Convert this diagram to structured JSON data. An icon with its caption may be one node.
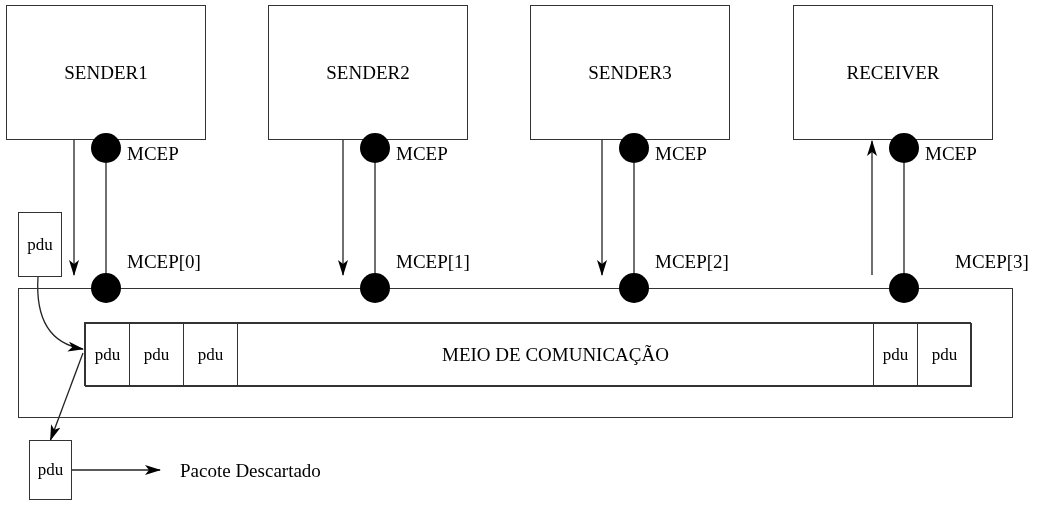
{
  "diagram": {
    "nodes": [
      {
        "text": [
          "SENDER1"
        ]
      },
      {
        "text": [
          "SENDER2"
        ]
      },
      {
        "text": [
          "SENDER3"
        ]
      },
      {
        "text": [
          "RECEIVER"
        ]
      },
      {
        "text": [],
        "shape": "circle",
        "beside": [
          "MCEP"
        ]
      },
      {
        "text": [],
        "shape": "circle",
        "beside": [
          "MCEP"
        ]
      },
      {
        "text": [],
        "shape": "circle",
        "beside": [
          "MCEP"
        ]
      },
      {
        "text": [],
        "shape": "circle",
        "beside": [
          "MCEP"
        ]
      },
      {
        "text": [],
        "shape": "circle",
        "beside": [
          "MCEP[0]"
        ]
      },
      {
        "text": [],
        "shape": "circle",
        "beside": [
          "MCEP[1]"
        ]
      },
      {
        "text": [],
        "shape": "circle",
        "beside": [
          "MCEP[2]"
        ]
      },
      {
        "text": [],
        "shape": "circle",
        "beside": [
          "MCEP[3]"
        ]
      },
      {
        "text": [],
        "shape": "box"
      },
      {
        "text": [],
        "shape": "box",
        "in": 12
      },
      {
        "text": [
          "pdu"
        ],
        "in": 13
      },
      {
        "text": [
          "pdu"
        ],
        "in": 13
      },
      {
        "text": [
          "pdu"
        ],
        "in": 13
      },
      {
        "text": [
          "MEIO DE COMUNICAÇÃO"
        ],
        "in": 13
      },
      {
        "text": [
          "pdu"
        ],
        "in": 13
      },
      {
        "text": [
          "pdu"
        ],
        "in": 13
      },
      {
        "text": [
          "pdu"
        ]
      },
      {
        "text": [
          "pdu"
        ]
      },
      {
        "text": [
          "Pacote Descartado"
        ]
      }
    ],
    "edges": [
      {
        "from": 4,
        "to": 8,
        "arrow": "none"
      },
      {
        "from": 5,
        "to": 9,
        "arrow": "none"
      },
      {
        "from": 6,
        "to": 10,
        "arrow": "none"
      },
      {
        "from": 7,
        "to": 11,
        "arrow": "none"
      },
      {
        "from": 0,
        "to": 8,
        "arrow": "to"
      },
      {
        "from": 1,
        "to": 9,
        "arrow": "to"
      },
      {
        "from": 2,
        "to": 10,
        "arrow": "to"
      },
      {
        "from": 11,
        "to": 3,
        "arrow": "to"
      },
      {
        "from": 20,
        "to": 14,
        "arrow": "to"
      },
      {
        "from": 14,
        "to": 21,
        "arrow": "to"
      },
      {
        "from": 21,
        "to": 22,
        "arrow": "to"
      }
    ]
  }
}
